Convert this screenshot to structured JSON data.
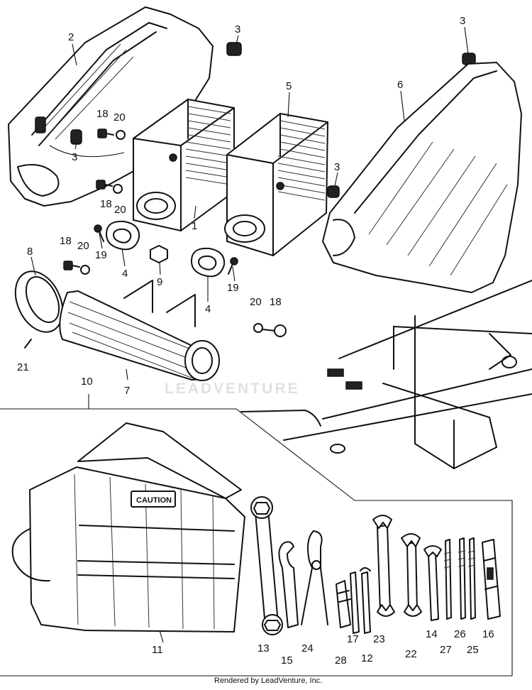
{
  "labels": {
    "n2": "2",
    "n3a": "3",
    "n3b": "3",
    "n3c": "3",
    "n3d": "3",
    "n5": "5",
    "n6": "6",
    "n18a": "18",
    "n20a": "20",
    "n18b": "18",
    "n20b": "20",
    "n1": "1",
    "n18c": "18",
    "n20c": "20",
    "n8": "8",
    "n19a": "19",
    "n4a": "4",
    "n9": "9",
    "n4b": "4",
    "n19b": "19",
    "n20d": "20",
    "n18d": "18",
    "n21": "21",
    "n7": "7",
    "n10": "10",
    "n11": "11",
    "n13": "13",
    "n15": "15",
    "n24": "24",
    "n28": "28",
    "n17": "17",
    "n12": "12",
    "n23": "23",
    "n22": "22",
    "n14": "14",
    "n27": "27",
    "n26": "26",
    "n25": "25",
    "n16": "16"
  },
  "watermark": "LEADVENTURE",
  "caution": "CAUTION",
  "credit": "Rendered by LeadVenture, Inc."
}
